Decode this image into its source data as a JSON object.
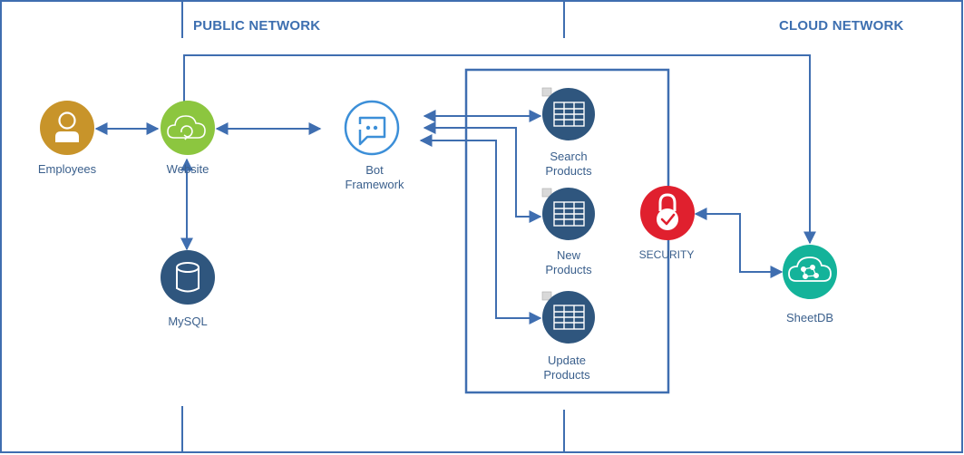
{
  "sections": {
    "public": "PUBLIC NETWORK",
    "cloud": "CLOUD NETWORK"
  },
  "nodes": {
    "employees": {
      "label": "Employees",
      "icon": "user-icon",
      "color": "#c8942a"
    },
    "website": {
      "label": "Website",
      "icon": "cloud-sync-icon",
      "color": "#8cc63f"
    },
    "mysql": {
      "label": "MySQL",
      "icon": "database-icon",
      "color": "#2f567e"
    },
    "bot": {
      "label_lines": [
        "Bot",
        "Framework"
      ],
      "icon": "bot-framework-icon",
      "color": "#3c8fd8"
    },
    "search_products": {
      "label_lines": [
        "Search",
        "Products"
      ],
      "icon": "table-icon",
      "color": "#2f567e"
    },
    "new_products": {
      "label_lines": [
        "New",
        "Products"
      ],
      "icon": "table-icon",
      "color": "#2f567e"
    },
    "update_products": {
      "label_lines": [
        "Update",
        "Products"
      ],
      "icon": "table-icon",
      "color": "#2f567e"
    },
    "security": {
      "label": "SECURITY",
      "icon": "lock-check-icon",
      "color": "#e0202e"
    },
    "sheetdb": {
      "label": "SheetDB",
      "icon": "cloud-network-icon",
      "color": "#14b39a"
    }
  },
  "colors": {
    "line": "#3f6eb0",
    "border": "#3f6eb0",
    "text": "#3a5f8c",
    "title": "#3d6fb0"
  }
}
